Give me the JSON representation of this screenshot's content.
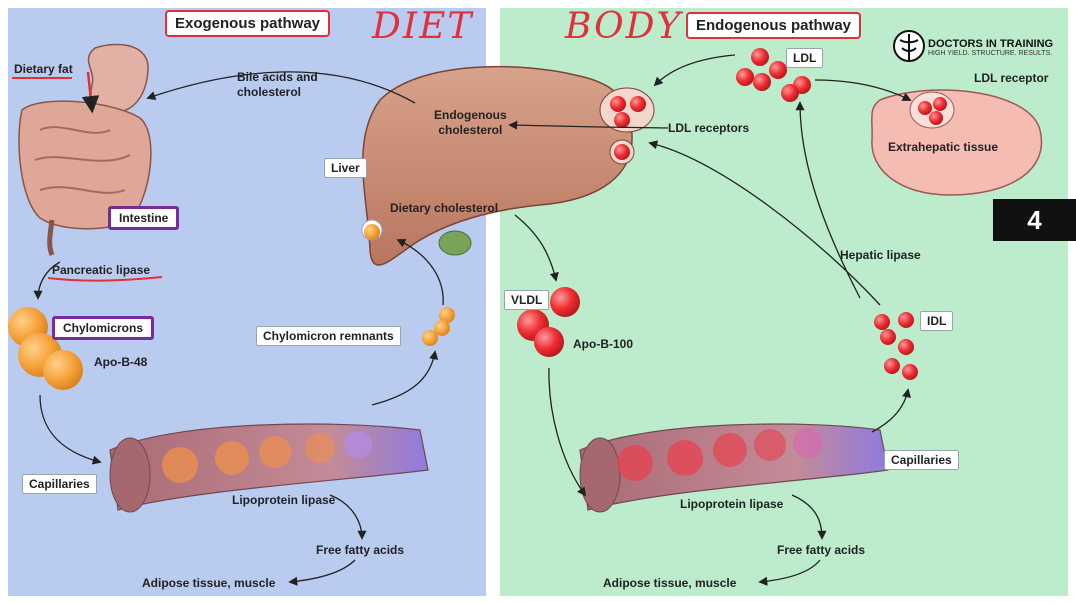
{
  "left": {
    "title": "Exogenous pathway",
    "handwritten": "DIET",
    "labels": {
      "dietary_fat": "Dietary fat",
      "bile": "Bile acids and\ncholesterol",
      "intestine": "Intestine",
      "pancreatic_lipase": "Pancreatic lipase",
      "chylomicrons": "Chylomicrons",
      "apo_b48": "Apo-B-48",
      "liver": "Liver",
      "endogenous_cholesterol": "Endogenous\ncholesterol",
      "dietary_cholesterol": "Dietary cholesterol",
      "chylomicron_remnants": "Chylomicron remnants",
      "capillaries": "Capillaries",
      "lipoprotein_lipase": "Lipoprotein lipase",
      "free_fatty_acids": "Free fatty acids",
      "adipose": "Adipose tissue, muscle"
    }
  },
  "right": {
    "title": "Endogenous pathway",
    "handwritten": "BODY",
    "labels": {
      "ldl": "LDL",
      "ldl_receptors": "LDL receptors",
      "ldl_receptor": "LDL receptor",
      "extrahepatic": "Extrahepatic tissue",
      "hepatic_lipase": "Hepatic lipase",
      "vldl": "VLDL",
      "apo_b100": "Apo-B-100",
      "idl": "IDL",
      "capillaries": "Capillaries",
      "lipoprotein_lipase": "Lipoprotein lipase",
      "free_fatty_acids": "Free fatty acids",
      "adipose": "Adipose tissue, muscle"
    }
  },
  "logo": {
    "title": "DOCTORS IN TRAINING",
    "tagline": "HIGH YIELD. STRUCTURE. RESULTS."
  },
  "slide_number": "4",
  "icons": {
    "logo": "caduceus-icon"
  },
  "colors": {
    "left_bg": "#b9ccf0",
    "right_bg": "#bdeccd",
    "accent_red": "#e0303a",
    "highlight_purple": "#7a2a9a"
  }
}
